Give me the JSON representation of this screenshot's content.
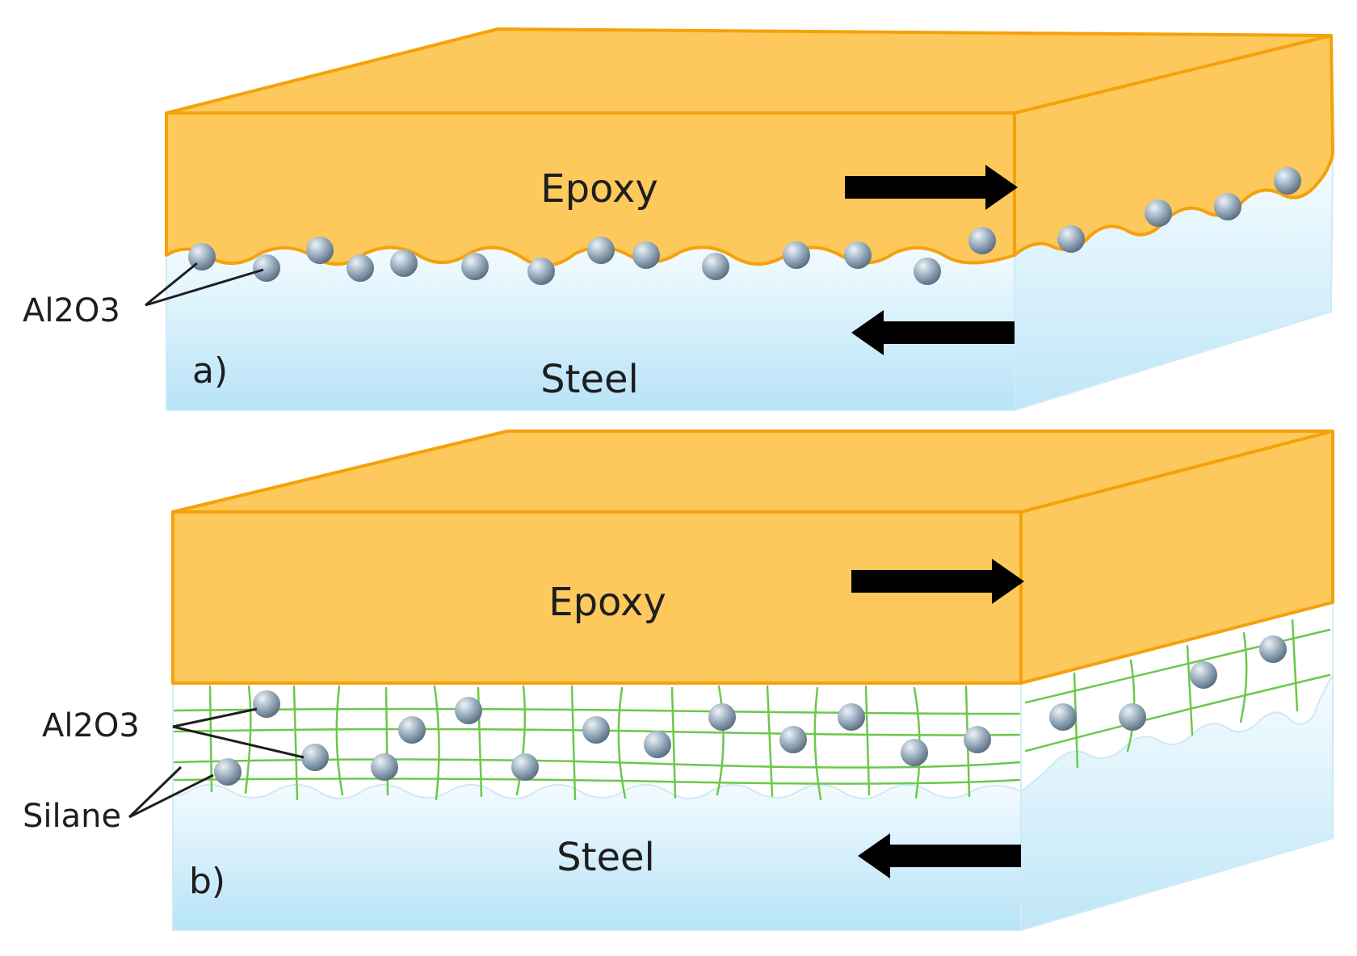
{
  "panels": [
    {
      "id": "a",
      "panel_label": "a)",
      "top_layer": "Epoxy",
      "bottom_layer": "Steel",
      "particle_label": "Al2O3"
    },
    {
      "id": "b",
      "panel_label": "b)",
      "top_layer": "Epoxy",
      "bottom_layer": "Steel",
      "particle_label": "Al2O3",
      "network_label": "Silane"
    }
  ],
  "colors": {
    "epoxy_fill": "#fdc95c",
    "epoxy_stroke": "#f5a10a",
    "steel_light": "#eef9ff",
    "steel_dark": "#b7e3f7",
    "silane": "#6cc84a",
    "particle": "#8fa6b8",
    "arrow": "#000000"
  },
  "icons": {
    "shear_arrow_right": "arrow-right-icon",
    "shear_arrow_left": "arrow-left-icon",
    "particle": "sphere-icon"
  }
}
